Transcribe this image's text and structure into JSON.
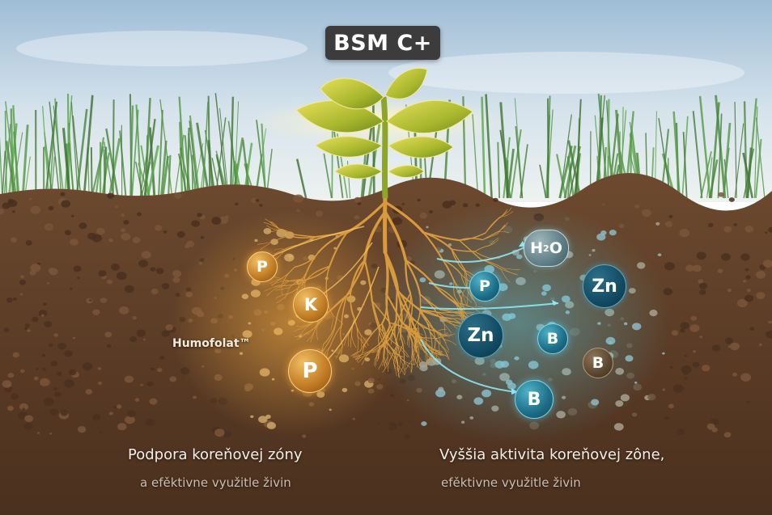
{
  "title": "BSM C+",
  "humofolat_label": "Humofolat™",
  "left_caption": {
    "main": "Podpora koreňovej zóny",
    "sub": "a efěktivne využitle živin"
  },
  "right_caption": {
    "main": "Vyššia aktivita koreňovej zône,",
    "sub": "efěktivne využitle živin"
  },
  "nutrients_left": [
    {
      "symbol": "P",
      "style": "gold"
    },
    {
      "symbol": "K",
      "style": "gold"
    },
    {
      "symbol": "P",
      "style": "gold"
    }
  ],
  "nutrients_right": [
    {
      "symbol_main": "H",
      "symbol_sub": "2",
      "symbol_tail": "O",
      "style": "gray"
    },
    {
      "symbol": "P",
      "style": "teal"
    },
    {
      "symbol": "Zn",
      "style": "dark"
    },
    {
      "symbol": "Zn",
      "style": "dark"
    },
    {
      "symbol": "B",
      "style": "teal"
    },
    {
      "symbol": "B",
      "style": "brown"
    },
    {
      "symbol": "B",
      "style": "teal"
    }
  ],
  "colors": {
    "sky_top": "#a9c6dc",
    "soil": "#5a3b25",
    "root_glow": "#f0a634",
    "water_glow": "#58d3ea"
  }
}
